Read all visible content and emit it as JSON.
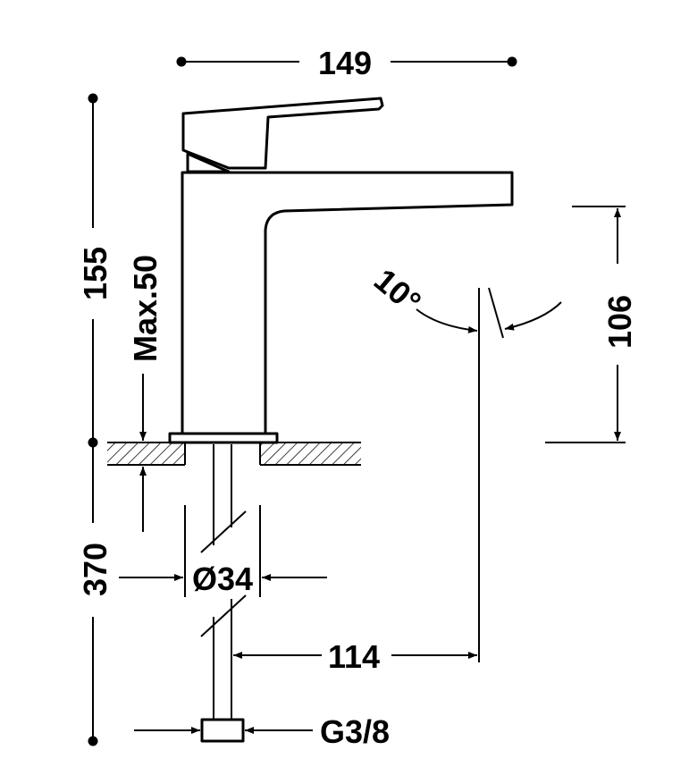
{
  "dimensions": {
    "overall_width": "149",
    "overall_height": "155",
    "max_deck_thickness": "Max.50",
    "spout_height": "106",
    "spout_angle": "10°",
    "body_diameter": "Ø34",
    "spout_reach": "114",
    "hose_length": "370",
    "connection_thread": "G3/8"
  }
}
